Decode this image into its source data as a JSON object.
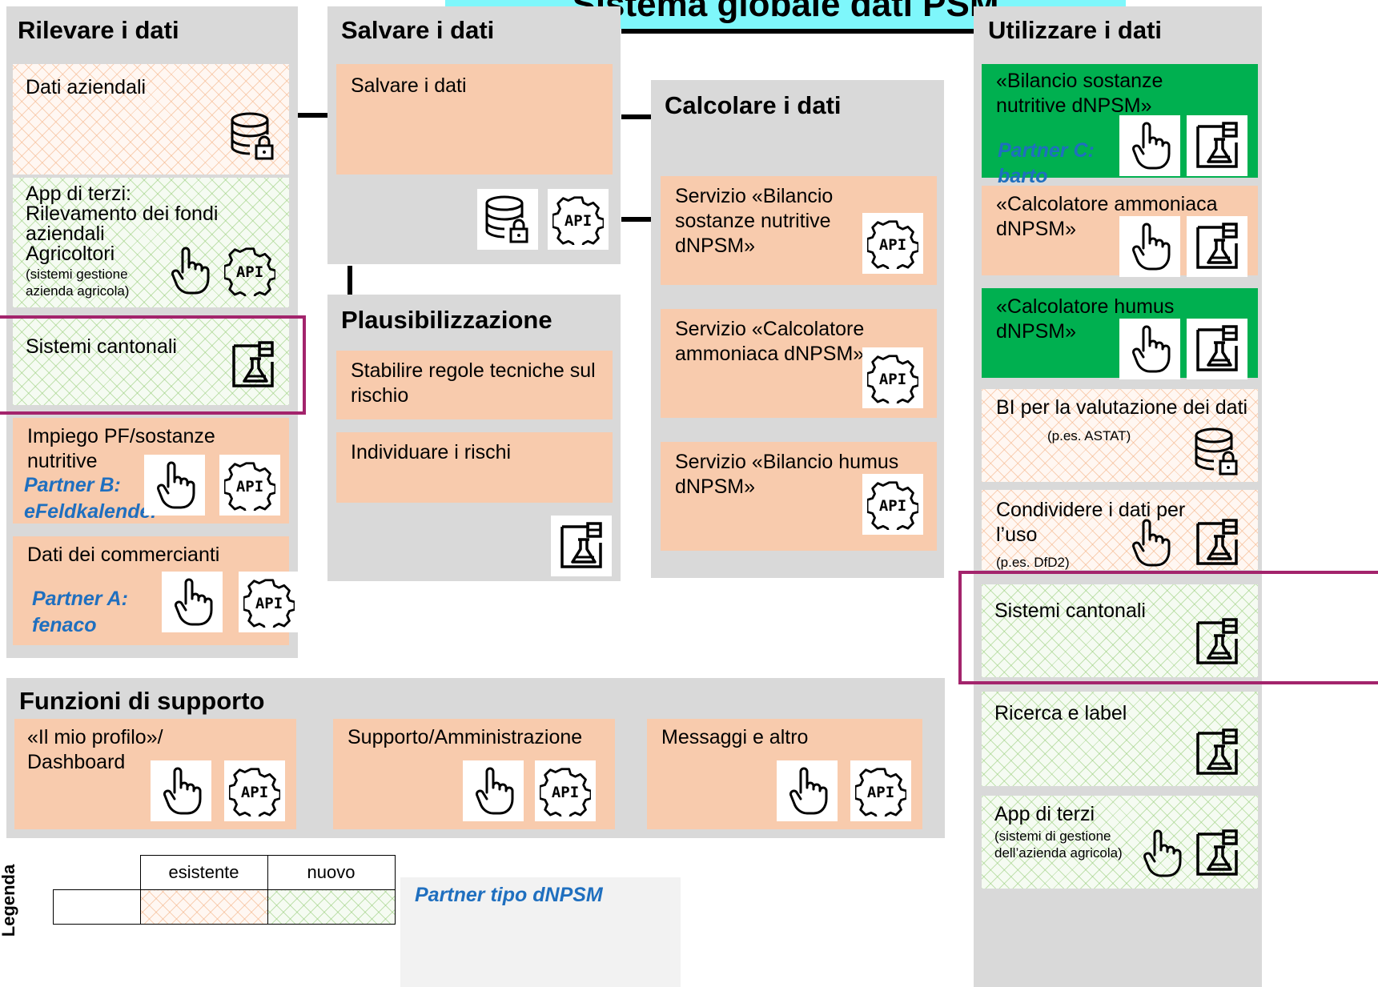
{
  "title": "Sistema globale dati PSM",
  "columns": {
    "rilevare": {
      "heading": "Rilevare i dati",
      "items": [
        {
          "label": "Dati aziendali"
        },
        {
          "label": "App di terzi:",
          "label2": "Rilevamento dei fondi aziendali",
          "label3": "Agricoltori",
          "note": "(sistemi gestione azienda agricola)"
        },
        {
          "label": "Sistemi cantonali"
        },
        {
          "label": "Impiego PF/sostanze nutritive",
          "partner": "Partner B: eFeldkalender"
        },
        {
          "label": "Dati dei commercianti",
          "partner": "Partner A: fenaco"
        }
      ]
    },
    "salvare": {
      "heading": "Salvare i dati",
      "item": "Salvare i dati"
    },
    "plausi": {
      "heading": "Plausibilizzazione",
      "items": [
        "Stabilire regole tecniche sul rischio",
        "Individuare i rischi"
      ]
    },
    "calcolare": {
      "heading": "Calcolare i dati",
      "items": [
        "Servizio «Bilancio sostanze nutritive dNPSM»",
        "Servizio «Calcolatore ammoniaca dNPSM»",
        "Servizio «Bilancio humus dNPSM»"
      ]
    },
    "utilizzare": {
      "heading": "Utilizzare i dati",
      "items": [
        {
          "label": "«Bilancio sostanze nutritive dNPSM»",
          "partner": "Partner C: barto"
        },
        {
          "label": "«Calcolatore ammoniaca dNPSM»"
        },
        {
          "label": "«Calcolatore humus dNPSM»"
        },
        {
          "label": "BI per la valutazione dei dati",
          "note": "(p.es. ASTAT)"
        },
        {
          "label": "Condividere i dati per l’uso",
          "note": "(p.es. DfD2)"
        },
        {
          "label": "Sistemi cantonali"
        },
        {
          "label": "Ricerca e label"
        },
        {
          "label": "App di terzi",
          "note": "(sistemi di gestione dell’azienda agricola)"
        }
      ]
    }
  },
  "support": {
    "heading": "Funzioni di supporto",
    "items": [
      "«Il mio profilo»/ Dashboard",
      "Supporto/Amministrazione",
      "Messaggi e altro"
    ]
  },
  "legend": {
    "title": "Legenda",
    "col1": "esistente",
    "col2": "nuovo",
    "partner_note": "Partner tipo dNPSM"
  },
  "icon_labels": {
    "api": "API"
  }
}
